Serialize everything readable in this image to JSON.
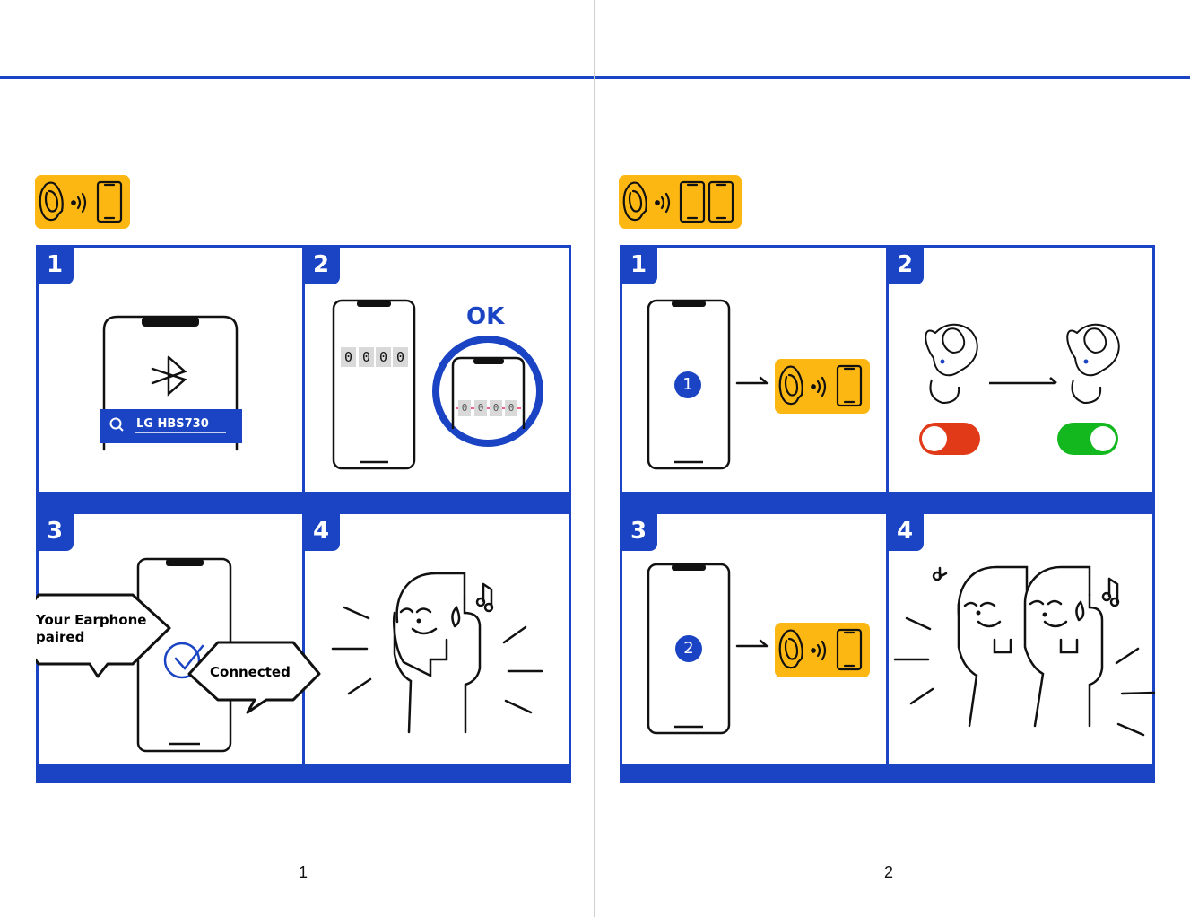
{
  "pages": [
    {
      "page_number": "1",
      "icon": "earphone-to-phone-icon",
      "steps": [
        {
          "number": "1",
          "search_value": "LG HBS730"
        },
        {
          "number": "2",
          "code_digits": [
            "0",
            "0",
            "0",
            "0"
          ],
          "ok_label": "OK"
        },
        {
          "number": "3",
          "bubble_paired": "Your Earphone paired",
          "bubble_connected": "Connected"
        },
        {
          "number": "4"
        }
      ]
    },
    {
      "page_number": "2",
      "icon": "earphone-to-two-phones-icon",
      "steps": [
        {
          "number": "1",
          "device_marker": "1"
        },
        {
          "number": "2",
          "toggle_before": "off",
          "toggle_after": "on"
        },
        {
          "number": "3",
          "device_marker": "2"
        },
        {
          "number": "4"
        }
      ]
    }
  ],
  "colors": {
    "accent": "#1a44c4",
    "badge": "#fcb713",
    "toggle_off": "#e03a18",
    "toggle_on": "#13b81e"
  }
}
